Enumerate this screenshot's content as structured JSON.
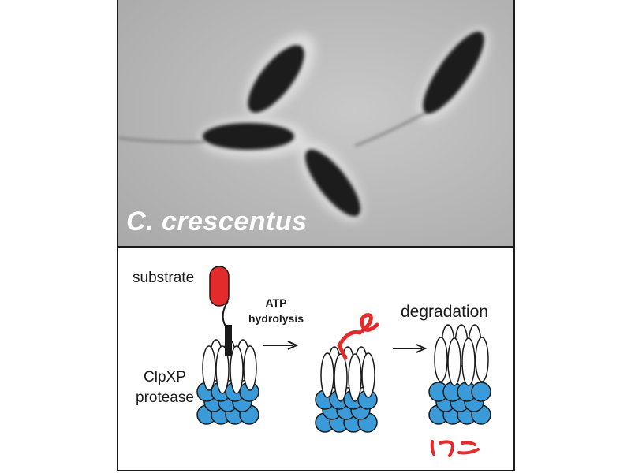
{
  "micrograph": {
    "caption": "C. crescentus"
  },
  "diagram": {
    "substrate_label": "substrate",
    "protease_label_line1": "ClpXP",
    "protease_label_line2": "protease",
    "step1_label_line1": "ATP",
    "step1_label_line2": "hydrolysis",
    "step2_label": "degradation",
    "colors": {
      "substrate": "#e32b2b",
      "clpp": "#3b9ad8",
      "clpx_fill": "#ffffff",
      "outline": "#1a1a1a"
    }
  }
}
